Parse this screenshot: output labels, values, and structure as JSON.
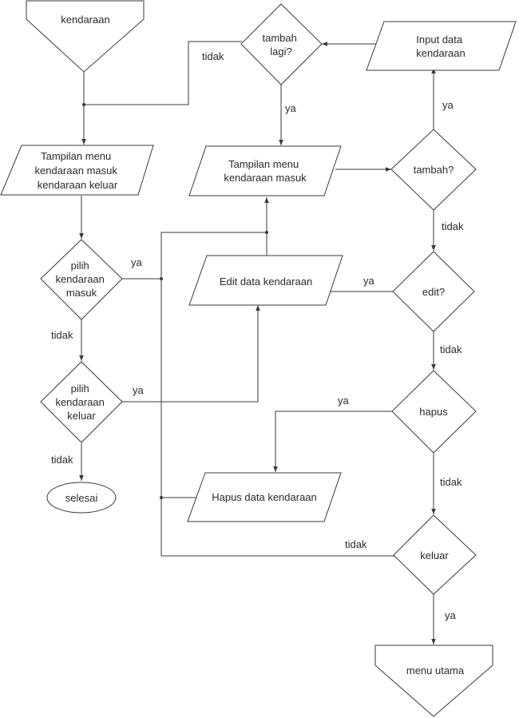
{
  "diagram": {
    "nodes": {
      "start": {
        "label": "kendaraan"
      },
      "menu_kendaraan": {
        "lines": [
          "Tampilan menu",
          "kendaraan masuk",
          "kendaraan keluar"
        ]
      },
      "pilih_masuk": {
        "lines": [
          "pilih",
          "kendaraan",
          "masuk"
        ]
      },
      "pilih_keluar": {
        "lines": [
          "pilih",
          "kendaraan",
          "keluar"
        ]
      },
      "selesai": {
        "label": "selesai"
      },
      "tambah_lagi": {
        "lines": [
          "tambah",
          "lagi?"
        ]
      },
      "menu_masuk": {
        "lines": [
          "Tampilan menu",
          "kendaraan masuk"
        ]
      },
      "input_data": {
        "lines": [
          "Input data",
          "kendaraan"
        ]
      },
      "tambah": {
        "label": "tambah?"
      },
      "edit_data": {
        "label": "Edit data kendaraan"
      },
      "edit": {
        "label": "edit?"
      },
      "hapus": {
        "label": "hapus"
      },
      "hapus_data": {
        "label": "Hapus data kendaraan"
      },
      "keluar": {
        "label": "keluar"
      },
      "menu_utama": {
        "label": "menu utama"
      }
    },
    "edge_labels": {
      "tambah_lagi_tidak": "tidak",
      "tambah_lagi_ya": "ya",
      "pilih_masuk_ya": "ya",
      "pilih_masuk_tidak": "tidak",
      "pilih_keluar_ya": "ya",
      "pilih_keluar_tidak": "tidak",
      "input_ya": "ya",
      "tambah_tidak": "tidak",
      "edit_ya": "ya",
      "edit_tidak": "tidak",
      "hapus_ya": "ya",
      "hapus_tidak": "tidak",
      "keluar_tidak": "tidak",
      "keluar_ya": "ya"
    }
  }
}
